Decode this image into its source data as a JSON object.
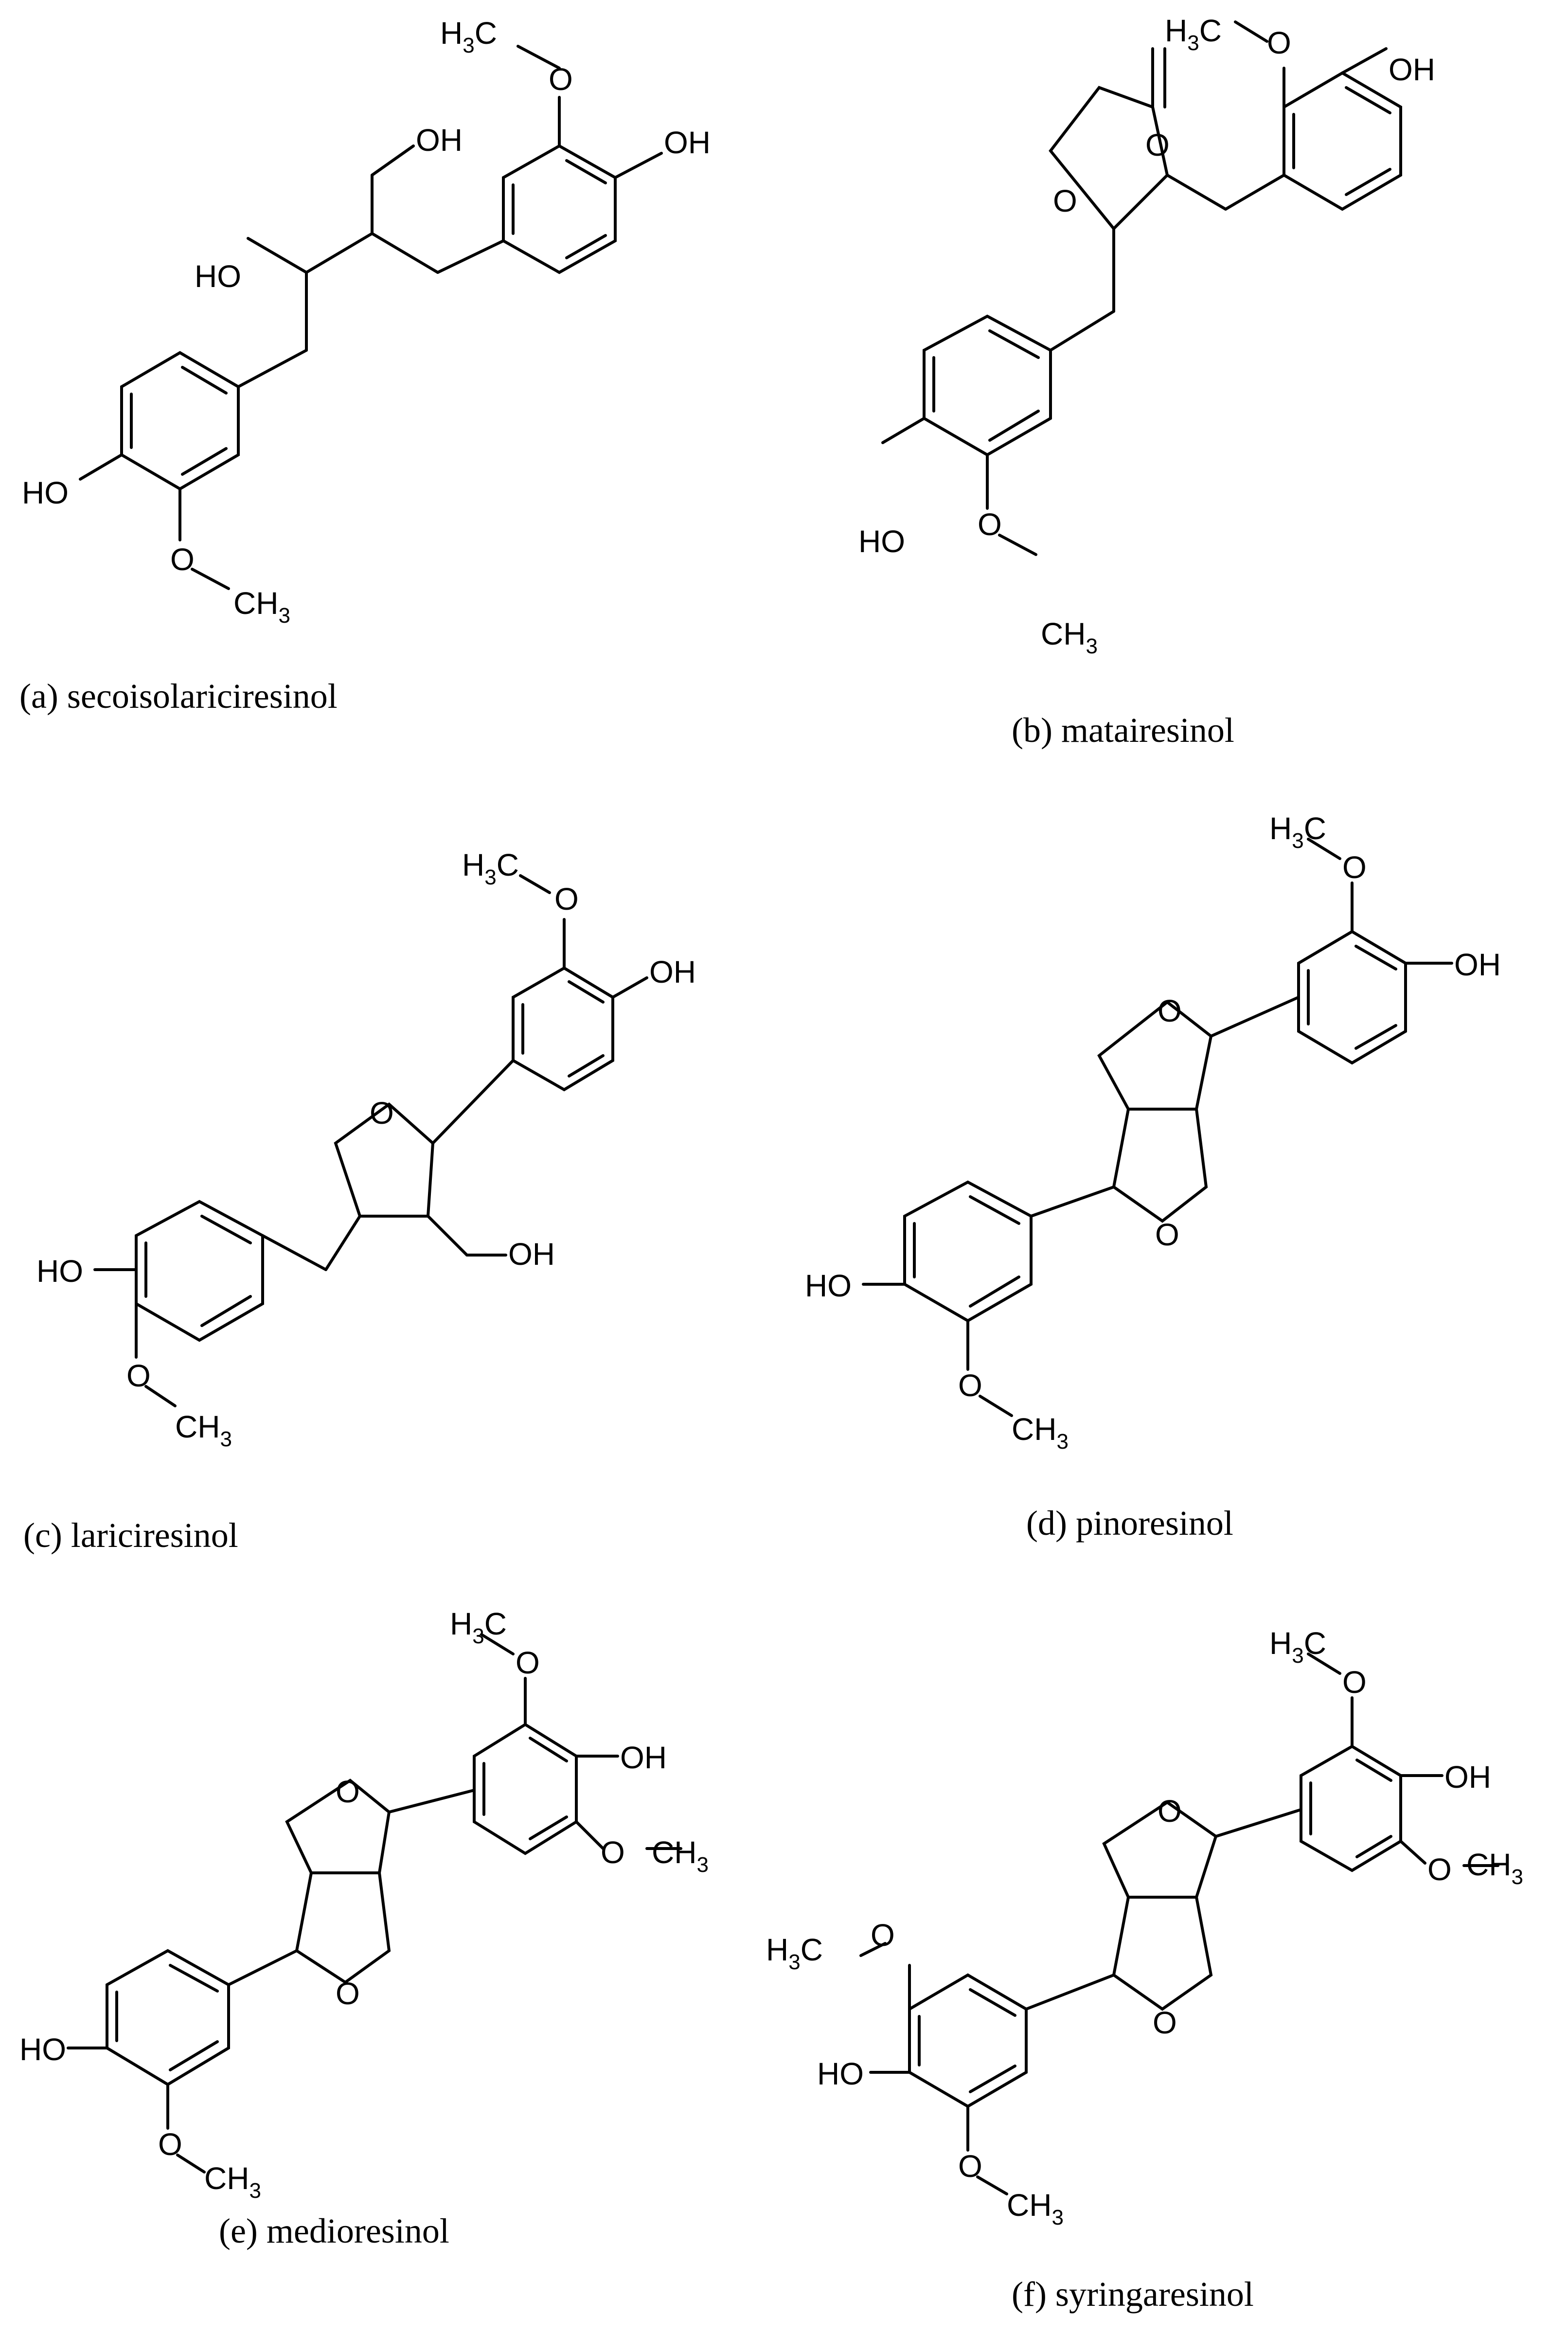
{
  "labels": {
    "oh": "OH",
    "ho": "HO",
    "o": "O",
    "h3c_prefix": "H",
    "ch3_prefix": "CH",
    "subscript": "3"
  },
  "captions": {
    "a": "(a) secoisolariciresinol",
    "b": "(b) matairesinol",
    "c": "(c) lariciresinol",
    "d": "(d) pinoresinol",
    "e": "(e) medioresinol",
    "f": "(f) syringaresinol"
  }
}
